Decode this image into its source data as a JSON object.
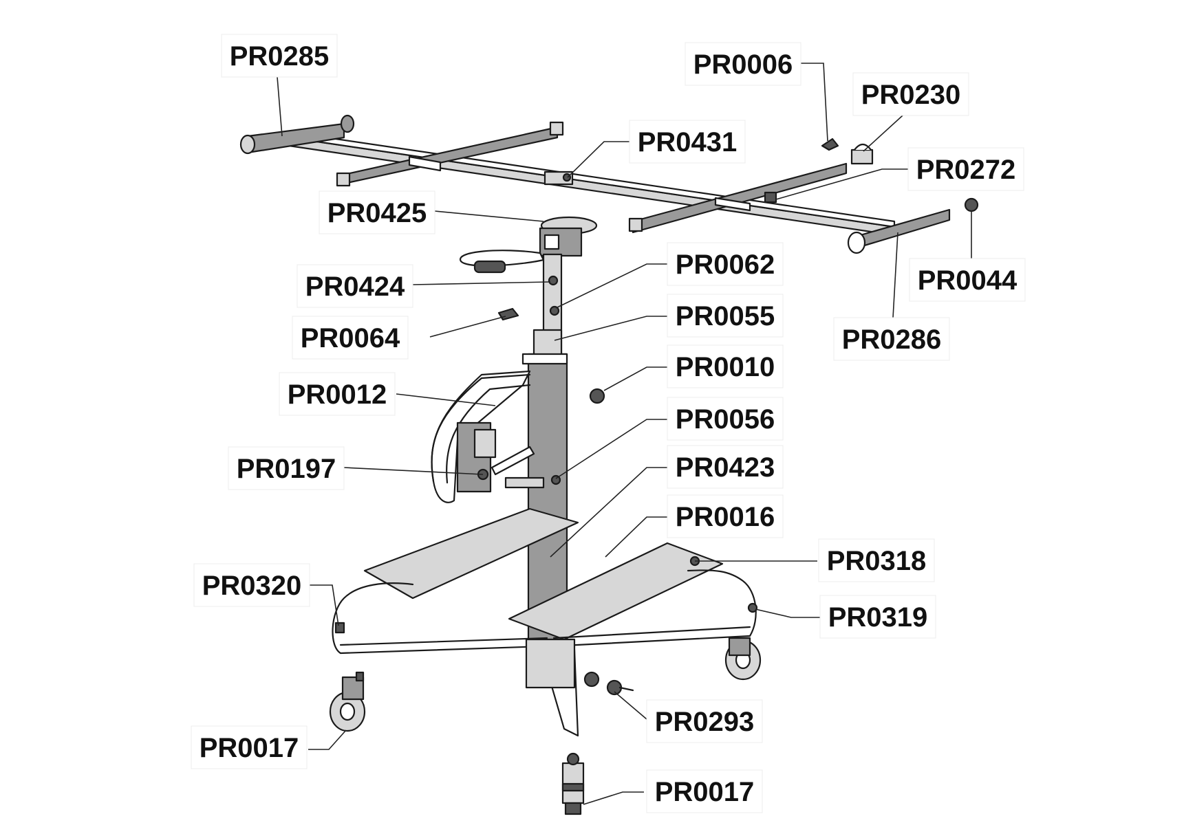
{
  "diagram": {
    "callouts": [
      {
        "id": "pr0285",
        "label": "PR0285"
      },
      {
        "id": "pr0006",
        "label": "PR0006"
      },
      {
        "id": "pr0230",
        "label": "PR0230"
      },
      {
        "id": "pr0431",
        "label": "PR0431"
      },
      {
        "id": "pr0272",
        "label": "PR0272"
      },
      {
        "id": "pr0425",
        "label": "PR0425"
      },
      {
        "id": "pr0044",
        "label": "PR0044"
      },
      {
        "id": "pr0062",
        "label": "PR0062"
      },
      {
        "id": "pr0424",
        "label": "PR0424"
      },
      {
        "id": "pr0055",
        "label": "PR0055"
      },
      {
        "id": "pr0286",
        "label": "PR0286"
      },
      {
        "id": "pr0064",
        "label": "PR0064"
      },
      {
        "id": "pr0010",
        "label": "PR0010"
      },
      {
        "id": "pr0012",
        "label": "PR0012"
      },
      {
        "id": "pr0056",
        "label": "PR0056"
      },
      {
        "id": "pr0197",
        "label": "PR0197"
      },
      {
        "id": "pr0423",
        "label": "PR0423"
      },
      {
        "id": "pr0016",
        "label": "PR0016"
      },
      {
        "id": "pr0318",
        "label": "PR0318"
      },
      {
        "id": "pr0320",
        "label": "PR0320"
      },
      {
        "id": "pr0319",
        "label": "PR0319"
      },
      {
        "id": "pr0293",
        "label": "PR0293"
      },
      {
        "id": "pr0017a",
        "label": "PR0017"
      },
      {
        "id": "pr0017b",
        "label": "PR0017"
      }
    ]
  }
}
